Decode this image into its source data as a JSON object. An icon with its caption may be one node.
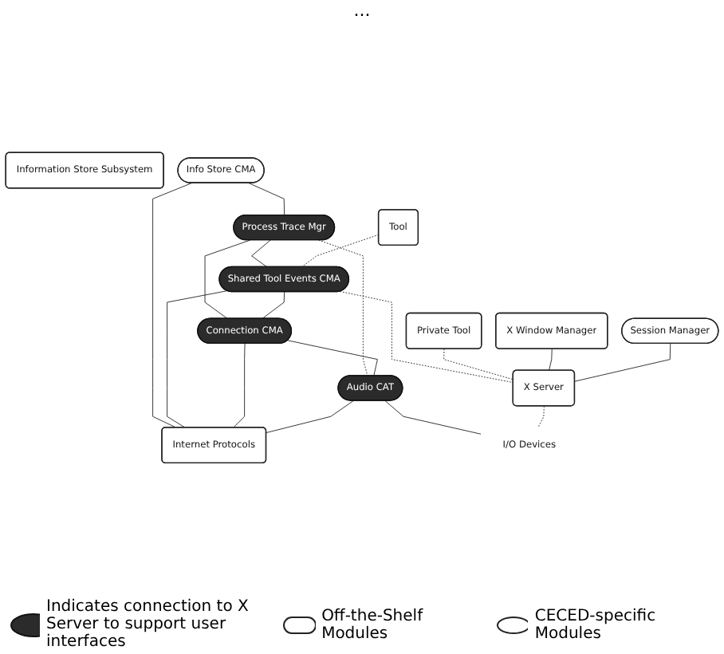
{
  "diagram": {
    "nodes": [
      {
        "text": [
          "Information Store Subsystem"
        ]
      },
      {
        "text": [
          "Info Store CMA"
        ]
      },
      {
        "text": [
          "Private Tool"
        ]
      },
      {
        "text": [
          "Process Trace Mgr"
        ]
      },
      {
        "text": [
          "Tool"
        ]
      },
      {
        "text": [
          "X Window Manager"
        ]
      },
      {
        "text": [
          "Connection CMA"
        ]
      },
      {
        "text": [
          "Shared Tool Events CMA"
        ]
      },
      {
        "text": [
          "Session Manager"
        ]
      },
      {
        "text": [
          "X Server"
        ]
      },
      {
        "text": [
          "Audio CAT"
        ]
      },
      {
        "text": [
          "Internet Protocols"
        ]
      },
      {
        "text": [
          "I/O Devices"
        ]
      }
    ],
    "edges": [
      {
        "from": 1,
        "to": 11,
        "arrow": "none"
      },
      {
        "from": 1,
        "to": 3,
        "arrow": "none"
      },
      {
        "from": 3,
        "to": 7,
        "arrow": "none"
      },
      {
        "from": 3,
        "to": 6,
        "arrow": "none"
      },
      {
        "from": 3,
        "to": 10,
        "arrow": "none",
        "style": "dashed"
      },
      {
        "from": 4,
        "to": 7,
        "arrow": "none",
        "style": "dashed"
      },
      {
        "from": 7,
        "to": 6,
        "arrow": "none"
      },
      {
        "from": 7,
        "to": 11,
        "arrow": "none"
      },
      {
        "from": 7,
        "to": 9,
        "arrow": "none",
        "style": "dashed"
      },
      {
        "from": 6,
        "to": 11,
        "arrow": "none"
      },
      {
        "from": 6,
        "to": 10,
        "arrow": "none"
      },
      {
        "from": 10,
        "to": 11,
        "arrow": "none"
      },
      {
        "from": 10,
        "to": 12,
        "arrow": "none"
      },
      {
        "from": 9,
        "to": 12,
        "arrow": "none",
        "style": "dashed"
      },
      {
        "from": 2,
        "to": 9,
        "arrow": "none",
        "style": "dashed"
      },
      {
        "from": 5,
        "to": 9,
        "arrow": "none"
      },
      {
        "from": 8,
        "to": 9,
        "arrow": "none"
      }
    ],
    "labels": [
      "..."
    ],
    "legend": [
      {
        "text": "Indicates connection to X Server to support user interfaces"
      },
      {
        "text": "Off-the-Shelf Modules"
      },
      {
        "text": "CECED-specific Modules"
      }
    ]
  }
}
